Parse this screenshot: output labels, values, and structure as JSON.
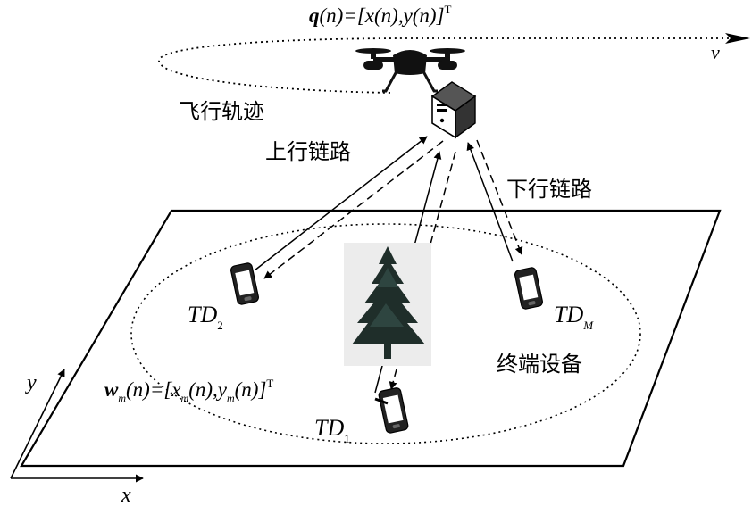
{
  "trajectory": {
    "q_sym": "q",
    "q_expr": "(n)=[x(n),y(n)]",
    "q_sup": "T",
    "velocity": "v",
    "label": "飞行轨迹"
  },
  "links": {
    "uplink": "上行链路",
    "downlink": "下行链路"
  },
  "devices": {
    "area_label": "终端设备",
    "td_main": "TD",
    "td2_sub": "2",
    "tdm_sub": "M",
    "td1_sub": "1"
  },
  "position": {
    "w_sym": "w",
    "w_sub": "m",
    "w_expr_1": "(n)=[x",
    "w_sub_2": "m",
    "w_expr_2": "(n),y",
    "w_sub_3": "m",
    "w_expr_3": "(n)]",
    "w_sup": "T"
  },
  "axes": {
    "x": "x",
    "y": "y"
  },
  "icons": [
    "drone-icon",
    "server-icon",
    "smartphone-icon",
    "tree-icon"
  ]
}
